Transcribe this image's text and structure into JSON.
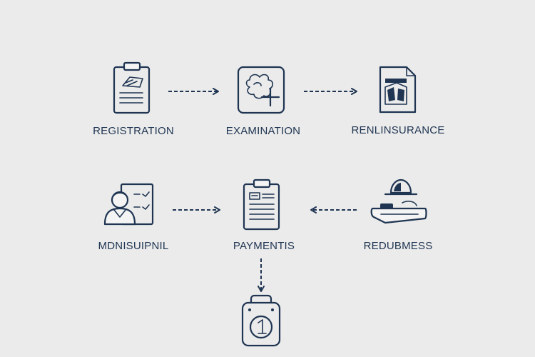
{
  "nodes": {
    "registration": {
      "label": "REGISTRATION"
    },
    "examination": {
      "label": "EXAMINATION"
    },
    "insurance": {
      "label": "RENLINSURANCE"
    },
    "medical": {
      "label": "MDNISUIPNIL"
    },
    "payments": {
      "label": "PAYMENTIS"
    },
    "redubmess": {
      "label": "REDUBMESS"
    }
  },
  "colors": {
    "ink": "#1f3552",
    "background": "#ebebeb"
  }
}
